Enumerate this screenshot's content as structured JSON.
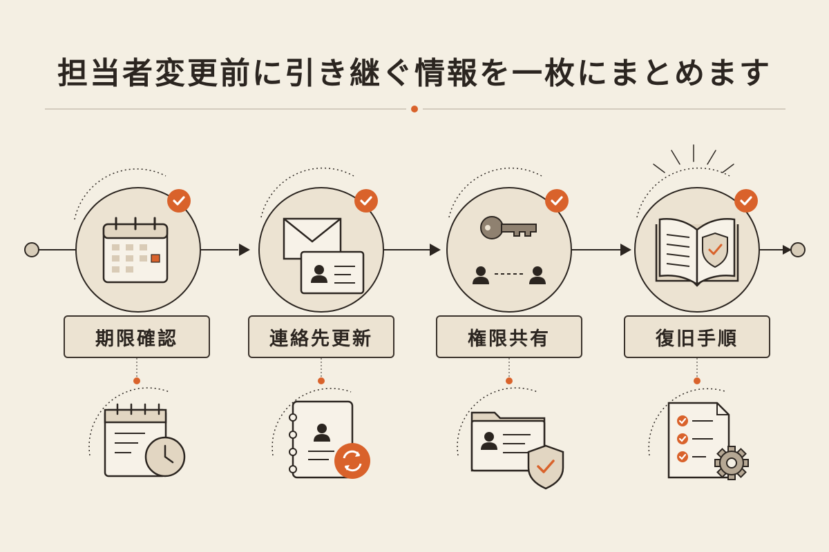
{
  "title": "担当者変更前に引き継ぐ情報を一枚にまとめます",
  "colors": {
    "accent": "#d9622b",
    "ink": "#2b2520",
    "fill": "#ece3d2",
    "background": "#f4efe3"
  },
  "steps": [
    {
      "label": "期限確認",
      "main_icon": "calendar-icon",
      "sub_icon": "schedule-clock-icon"
    },
    {
      "label": "連絡先更新",
      "main_icon": "envelope-id-card-icon",
      "sub_icon": "address-book-sync-icon"
    },
    {
      "label": "権限共有",
      "main_icon": "key-people-icon",
      "sub_icon": "folder-shield-icon"
    },
    {
      "label": "復旧手順",
      "main_icon": "manual-book-shield-icon",
      "sub_icon": "checklist-gear-icon"
    }
  ]
}
